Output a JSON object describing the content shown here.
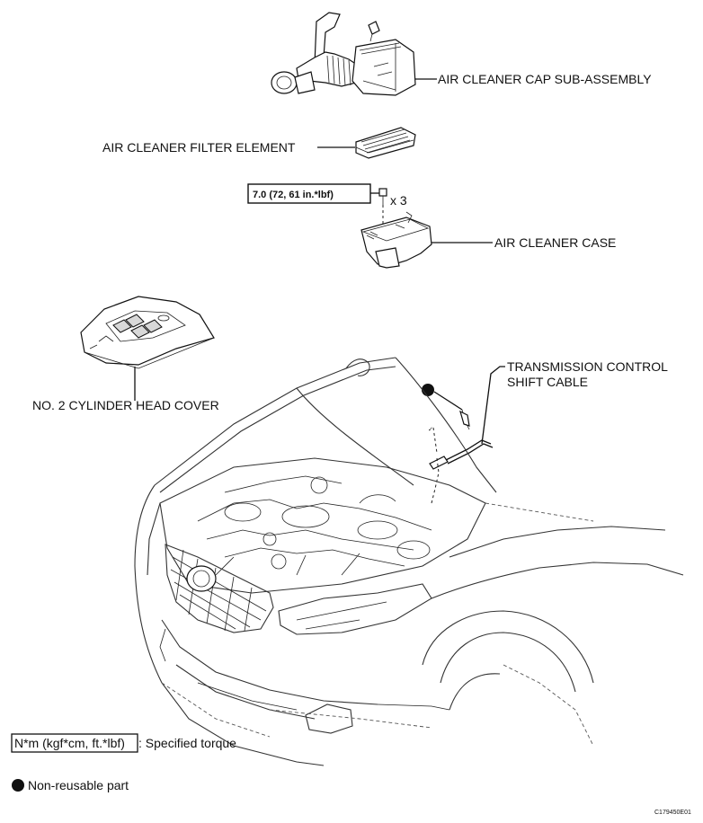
{
  "labels": {
    "air_cleaner_cap": "AIR CLEANER CAP SUB-ASSEMBLY",
    "air_cleaner_filter": "AIR CLEANER FILTER ELEMENT",
    "air_cleaner_case": "AIR CLEANER CASE",
    "cylinder_head_cover": "NO. 2 CYLINDER HEAD COVER",
    "shift_cable_line1": "TRANSMISSION CONTROL",
    "shift_cable_line2": "SHIFT CABLE"
  },
  "torque": {
    "value": "7.0 (72, 61 in.*lbf)",
    "quantity": "x 3"
  },
  "legend": {
    "torque_unit": "N*m (kgf*cm, ft.*lbf)",
    "torque_desc": ": Specified torque",
    "nonreusable": "Non-reusable part"
  },
  "figure_code": "C179450E01"
}
